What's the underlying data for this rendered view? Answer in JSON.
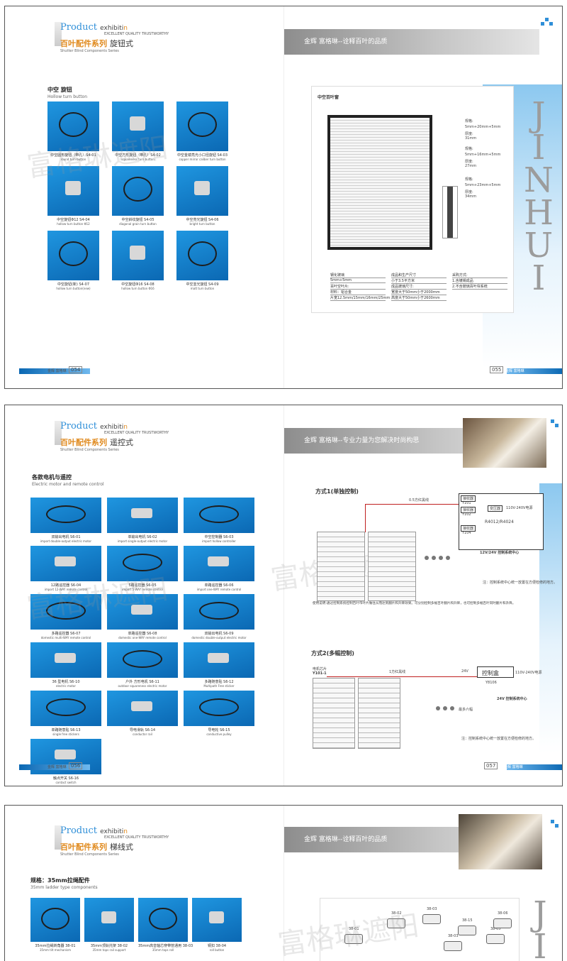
{
  "spread1": {
    "brand": {
      "product": "Product",
      "exhibition": "exhibiti",
      "exhibition_o": "n",
      "eng": "EXCELLENT QUALITY TRUSTWORTHY",
      "cn": "百叶配件系列",
      "cn_style": "旋钮式",
      "sub": "Shutter Blind Components Series"
    },
    "header_right": "金辉 富格琳--诠释百叶的品质",
    "section": {
      "cn": "中空  旋钮",
      "en": "Hollow turn button"
    },
    "items": [
      {
        "cn": "中空圆形旋钮（带孔）S4-01",
        "en": "round turn button"
      },
      {
        "cn": "中空方形旋钮（带孔）S4-02",
        "en": "squareness turn button"
      },
      {
        "cn": "中空金镜亮光小口径旋钮 S4-03",
        "en": "copper mirror caliber turn button"
      },
      {
        "cn": "中空旋钮Φ12    S4-04",
        "en": "hollow turn button Φ12"
      },
      {
        "cn": "中空斜纹旋钮 S4-05",
        "en": "diagonal grain turn button"
      },
      {
        "cn": "中空亮光旋钮 S4-06",
        "en": "bright turn button"
      },
      {
        "cn": "中空旋钮(新)  S4-07",
        "en": "hollow turn button(new)"
      },
      {
        "cn": "中空旋钮Φ16   S4-08",
        "en": "hollow turn button Φ16"
      },
      {
        "cn": "中空亚光旋钮 S4-09",
        "en": "matt turn button"
      }
    ],
    "footer_left": {
      "brand": "金辉 富格琳",
      "num": "054"
    },
    "footer_right": {
      "brand": "金辉 富格琳",
      "num": "055"
    },
    "watermark": "富格琳遮阳",
    "jin": [
      "J",
      "I",
      "N",
      "H",
      "U",
      "I"
    ],
    "window": {
      "title": "中空百叶窗",
      "specs": [
        {
          "label": "规格:",
          "value": "5mm+20mm+5mm",
          "th_label": "厚度:",
          "th": "31mm"
        },
        {
          "label": "规格:",
          "value": "5mm+16mm+5mm",
          "th_label": "厚度:",
          "th": "27mm"
        },
        {
          "label": "规格:",
          "value": "5mm+23mm+5mm",
          "th_label": "厚度:",
          "th": "34mm"
        }
      ],
      "table": {
        "col1": [
          "钢化玻璃",
          "5mm+5mm",
          "百叶空叶片:",
          "材料：铝合金",
          "片宽12.5mm/15mm/16mm/25mm"
        ],
        "col2": [
          "成品和生产尺寸",
          "小于3.5平方米",
          "成品玻璃尺寸:",
          "宽度大于50mm小于2000mm",
          "高度大于50mm小于2600mm"
        ],
        "col3": [
          "采购方式:",
          "1.含镀锡成品",
          "2.不含玻璃百叶帘系统"
        ]
      }
    }
  },
  "spread2": {
    "brand": {
      "cn_style": "遥控式"
    },
    "header_right": "金辉 富格琳--专业力量为您解决时尚构思",
    "section": {
      "cn": "各款电机与遥控",
      "en": "Electric motor and remote control"
    },
    "items": [
      {
        "cn": "双输出电机   S6-01",
        "en": "import double-output electric motor"
      },
      {
        "cn": "单输出电机   S6-02",
        "en": "import single-output electric motor"
      },
      {
        "cn": "中空控制器   S6-03",
        "en": "import hollow controller"
      },
      {
        "cn": "12路遥控器   S6-04",
        "en": "import 12-WAY remote control"
      },
      {
        "cn": "5路遥控器   S6-05",
        "en": "import 5-WAY remote control"
      },
      {
        "cn": "单路遥控器   S6-06",
        "en": "import one-WAY remote control"
      },
      {
        "cn": "多路遥控器   S6-07",
        "en": "domestic multi-WAY remote control"
      },
      {
        "cn": "单路遥控器   S6-08",
        "en": "domestic one-WAY remote control"
      },
      {
        "cn": "双输出电机   S6-09",
        "en": "domestic double-output electric motor"
      },
      {
        "cn": "36 型电机   S6-10",
        "en": "electric motor"
      },
      {
        "cn": "户外 方形电机   S6-11",
        "en": "outdoor squareness electric motor"
      },
      {
        "cn": "多路随意贴   S6-12",
        "en": "Multipath Free sticker"
      },
      {
        "cn": "单路随意贴   S6-13",
        "en": "single free stickers"
      },
      {
        "cn": "导电滑轨   S6-14",
        "en": "conductor rail"
      },
      {
        "cn": "导电轮   S6-15",
        "en": "conductive pulley"
      },
      {
        "cn": "触点开关   S6-16",
        "en": "contact switch"
      }
    ],
    "footer_left": {
      "brand": "金辉 富格琳",
      "num": "056"
    },
    "footer_right": {
      "brand": "金辉 富格琳",
      "num": "057"
    },
    "diagram1": {
      "title": "方式1(单独控制)",
      "wire_label": "0.5方红黑线",
      "receivers": [
        "接收器",
        "Y101",
        "接收器",
        "Y102",
        "接收器",
        "Y104"
      ],
      "transformer": "变压器",
      "power": "110V-240V电源",
      "model": "R4012/R4024",
      "center": "12V/24V 控制系统中心",
      "note": "注：控制系统中心统一放置在方便检修的地方。",
      "usage": "使用说明:通过控制系统控制百叶帘叶片做往从而达到翻片和升降效果。可分别控制多幅百叶翻片和升降，也可控制多幅百叶同时翻片和升降。"
    },
    "diagram2": {
      "title": "方式2(多幅控制)",
      "chip": "电机芯片",
      "chip_id": "Y101-1",
      "wire_label": "1方红黑线",
      "voltage": "24V",
      "box": "控制盒",
      "box_id": "Y8106",
      "power": "110V-240V电源",
      "center": "24V 控制系统中心",
      "many": "最多六幅",
      "note": "注：控制系统中心统一放置在方便检修的地方。"
    }
  },
  "spread3": {
    "brand": {
      "cn_style": "梯线式"
    },
    "header_right": "金辉 富格琳--诠释百叶的品质",
    "section": {
      "cn": "规格：35mm拉绳配件",
      "en": "35mm ladder type components"
    },
    "items": [
      {
        "cn": "35mm拉绳转角器 38-01",
        "en": "35mm tilt mechanism"
      },
      {
        "cn": "35mm顶轨托架 38-02",
        "en": "35mm tops rail support"
      },
      {
        "cn": "35mm高音轴芯穿带管通用 38-03",
        "en": "35mm tops roll"
      },
      {
        "cn": "铜扣   38-04",
        "en": "roll button"
      }
    ],
    "diagram_labels": [
      "38-01",
      "38-02",
      "38-03",
      "38-05",
      "38-06",
      "38-03",
      "38-15"
    ]
  }
}
